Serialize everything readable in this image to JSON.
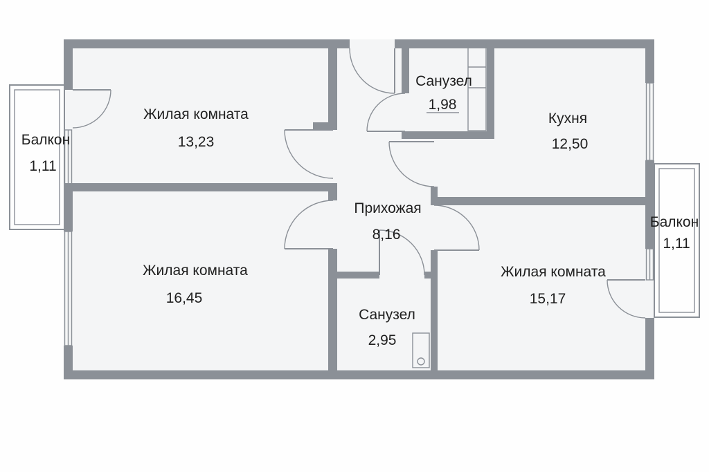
{
  "plan": {
    "colors": {
      "wall": "#8b9097",
      "floor": "#f4f5f6",
      "text": "#1f1f1f"
    },
    "rooms": [
      {
        "id": "living-top-left",
        "name": "Жилая комната",
        "area": "13,23"
      },
      {
        "id": "bathroom-top",
        "name": "Санузел",
        "area": "1,98"
      },
      {
        "id": "kitchen",
        "name": "Кухня",
        "area": "12,50"
      },
      {
        "id": "hallway",
        "name": "Прихожая",
        "area": "8,16"
      },
      {
        "id": "living-bottom-left",
        "name": "Жилая комната",
        "area": "16,45"
      },
      {
        "id": "bathroom-bottom",
        "name": "Санузел",
        "area": "2,95"
      },
      {
        "id": "living-bottom-right",
        "name": "Жилая комната",
        "area": "15,17"
      },
      {
        "id": "balcony-left",
        "name": "Балкон",
        "area": "1,11"
      },
      {
        "id": "balcony-right",
        "name": "Балкон",
        "area": "1,11"
      }
    ]
  }
}
